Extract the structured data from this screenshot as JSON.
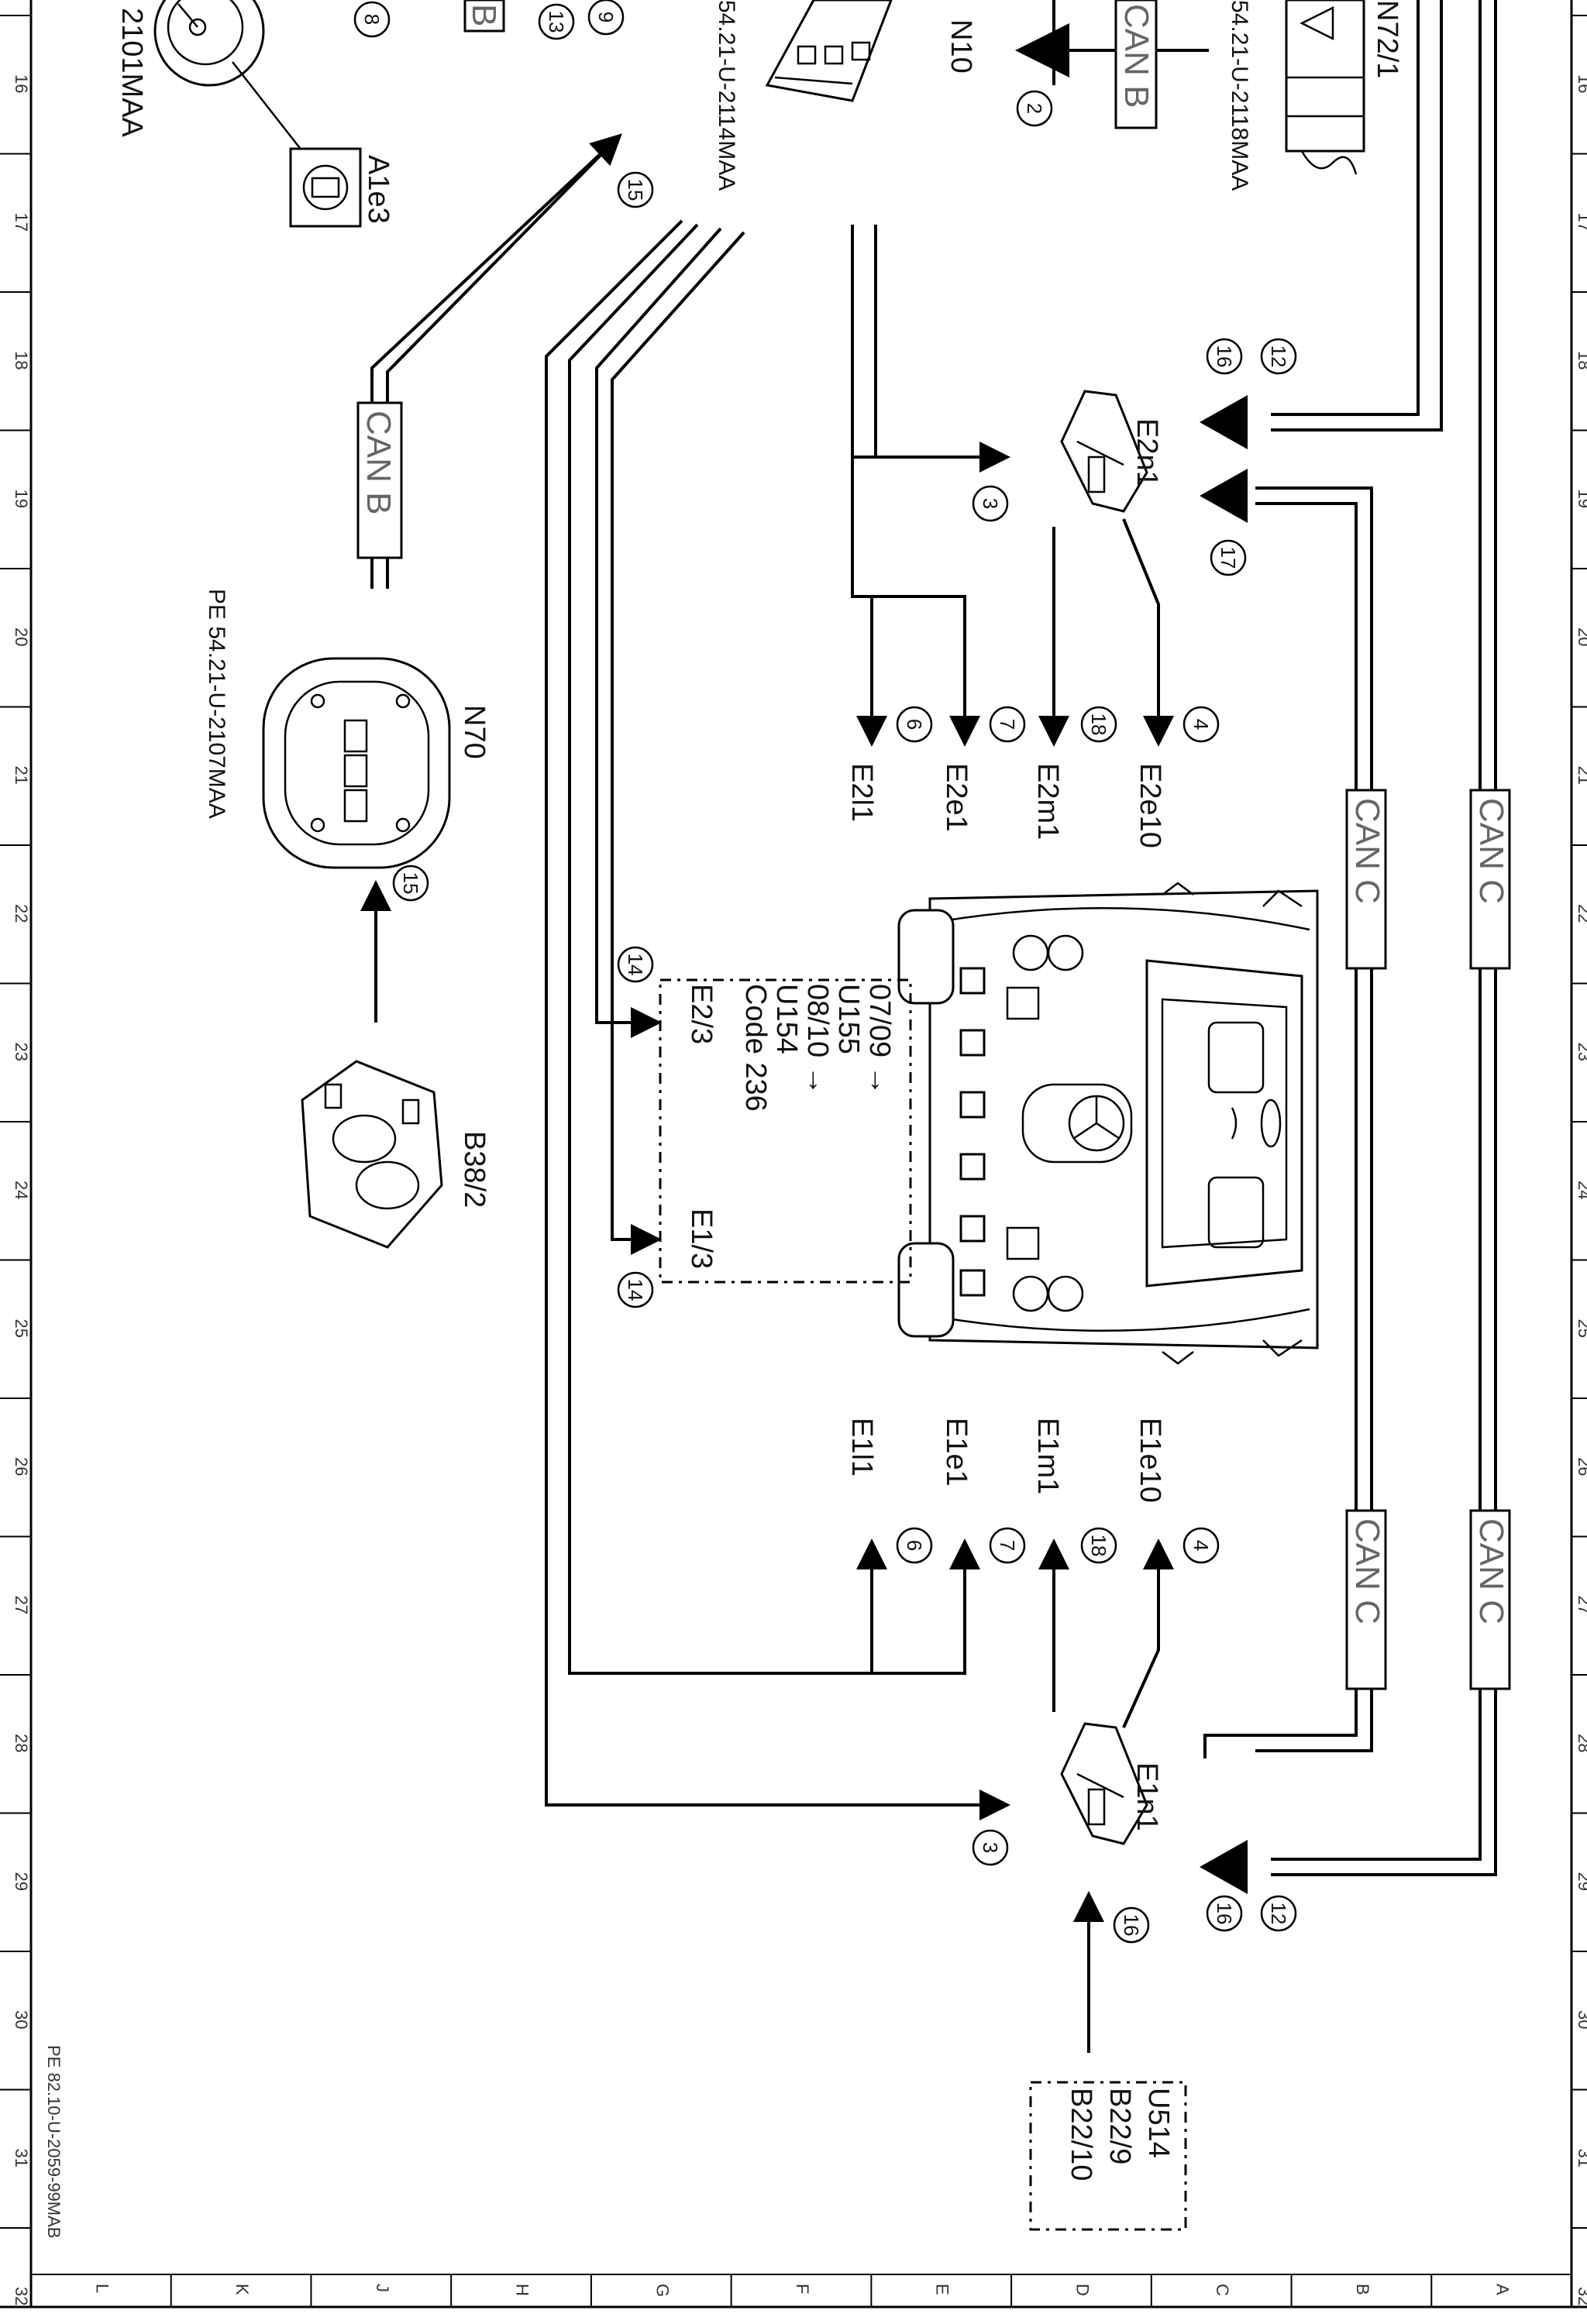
{
  "rulers": {
    "numbers": [
      "16",
      "17",
      "18",
      "19",
      "20",
      "21",
      "22",
      "23",
      "24",
      "25",
      "26",
      "27",
      "28",
      "29",
      "30",
      "31",
      "32"
    ],
    "letters": [
      "L",
      "K",
      "J",
      "H",
      "G",
      "F",
      "E",
      "D",
      "C",
      "B",
      "A"
    ]
  },
  "components": {
    "N72_1": "N72/1",
    "N72_1_ref": "54.21-U-2118MAA",
    "N10": "N10",
    "N10_ref": "54.21-U-2114MAA",
    "A1e3": "A1e3",
    "cluster_ref": "2101MAA",
    "N70": "N70",
    "N70_ref": "PE 54.21-U-2107MAA",
    "B38_2": "B38/2",
    "E2n1": "E2n1",
    "E1n1": "E1n1",
    "E2l1": "E2l1",
    "E2e1": "E2e1",
    "E2m1": "E2m1",
    "E2e10": "E2e10",
    "E1l1": "E1l1",
    "E1e1": "E1e1",
    "E1m1": "E1m1",
    "E1e10": "E1e10",
    "E2_3": "E2/3",
    "E1_3": "E1/3",
    "box_lines": [
      "07/09 →",
      "U155",
      "08/10 →",
      "U154",
      "Code 236"
    ],
    "u514_lines": [
      "U514",
      "B22/9",
      "B22/10"
    ],
    "footer_ref": "PE 82.10-U-2059-99MAB"
  },
  "bus": {
    "can_b": "CAN B",
    "can_c": "CAN C",
    "b_fragment": "B"
  },
  "markers": {
    "m2": "2",
    "m3": "3",
    "m4": "4",
    "m6": "6",
    "m7": "7",
    "m8": "8",
    "m9": "9",
    "m12": "12",
    "m13": "13",
    "m14": "14",
    "m15": "15",
    "m16": "16",
    "m17": "17",
    "m18": "18"
  }
}
